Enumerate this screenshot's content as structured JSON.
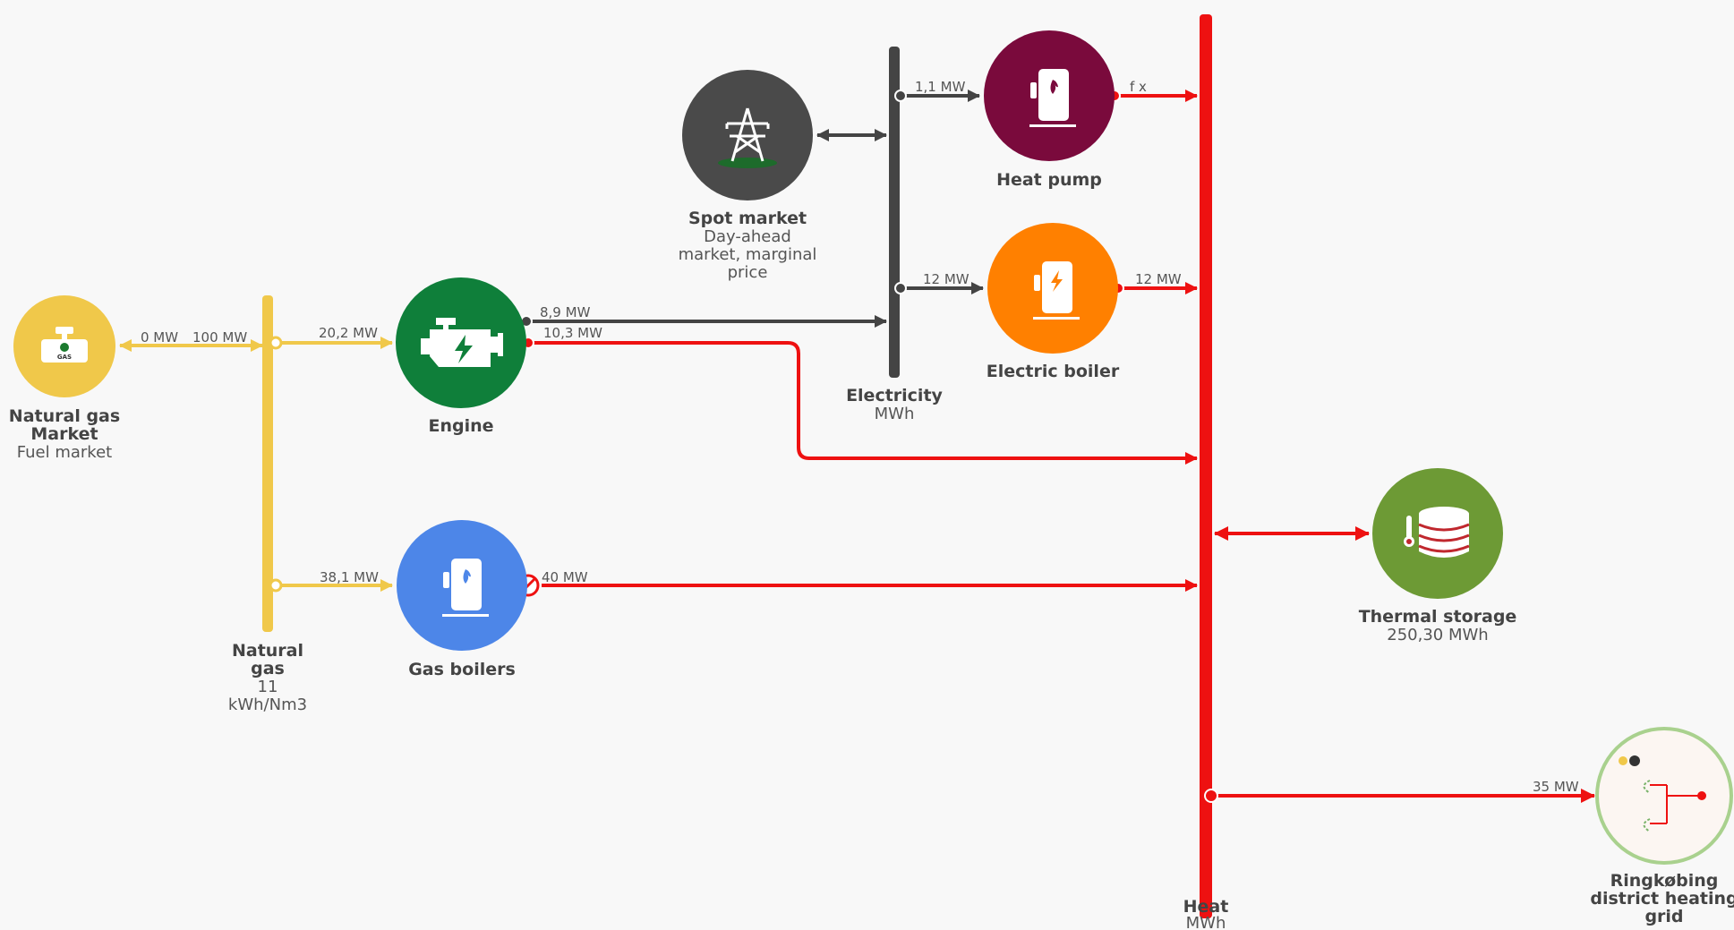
{
  "colors": {
    "gas": "#f0c84a",
    "elec": "#444444",
    "heat": "#ee1111",
    "engine": "#0f7f3a",
    "gasboiler": "#4d86e8",
    "heatpump": "#7a0a3c",
    "eboiler": "#ff8000",
    "spot": "#4a4a4a",
    "storage": "#6d9a35",
    "grid_ring": "#a9d18e"
  },
  "nodes": {
    "gas_market": {
      "title1": "Natural gas",
      "title2": "Market",
      "sub": "Fuel market",
      "icon": "gas-valve-icon",
      "badge": "GAS"
    },
    "engine": {
      "title": "Engine",
      "icon": "engine-icon"
    },
    "gas_boilers": {
      "title": "Gas boilers",
      "icon": "boiler-flame-icon"
    },
    "spot_market": {
      "title": "Spot market",
      "sub1": "Day-ahead",
      "sub2": "market, marginal",
      "sub3": "price",
      "icon": "power-tower-icon"
    },
    "heat_pump": {
      "title": "Heat pump",
      "icon": "heat-pump-icon"
    },
    "electric_boiler": {
      "title": "Electric boiler",
      "icon": "electric-boiler-icon"
    },
    "thermal_storage": {
      "title": "Thermal storage",
      "sub": "250,30 MWh",
      "icon": "storage-tank-icon"
    },
    "grid": {
      "title1": "Ringkøbing",
      "title2": "district heating",
      "title3": "grid",
      "icon": "district-heating-icon"
    }
  },
  "buses": {
    "natural_gas": {
      "title1": "Natural",
      "title2": "gas",
      "sub1": "11",
      "sub2": "kWh/Nm3"
    },
    "electricity": {
      "title": "Electricity",
      "sub": "MWh"
    },
    "heat": {
      "title": "Heat",
      "sub": "MWh"
    }
  },
  "flows": {
    "market_out": "0 MW",
    "market_in": "100 MW",
    "gas_to_engine": "20,2 MW",
    "gas_to_boilers": "38,1 MW",
    "engine_elec": "8,9 MW",
    "engine_heat": "10,3 MW",
    "boiler_heat": "40 MW",
    "elec_to_heatpump": "1,1 MW",
    "heatpump_heat": "f x",
    "elec_to_eboiler": "12 MW",
    "eboiler_heat": "12 MW",
    "heat_to_grid": "35 MW"
  }
}
